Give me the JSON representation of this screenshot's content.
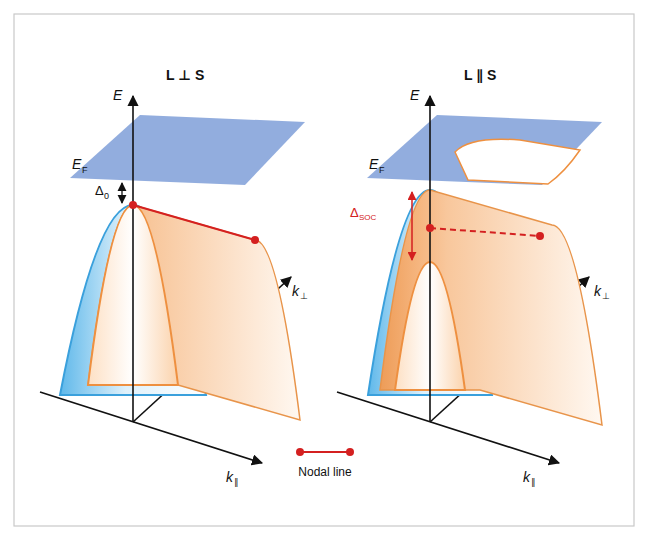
{
  "diagram": {
    "labels": [
      "L ⊥ S",
      "E",
      "E",
      "F",
      "Δ",
      "0",
      "k",
      "⊥",
      "k",
      "∥",
      "L ∥ S",
      "E",
      "E",
      "F",
      "Δ",
      "SOC",
      "k",
      "⊥",
      "k",
      "∥"
    ],
    "legend": [
      {
        "text": "Nodal line"
      }
    ]
  }
}
